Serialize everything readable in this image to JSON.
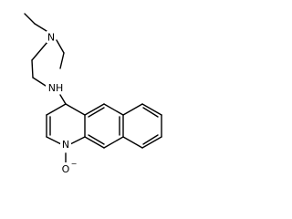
{
  "molecule": {
    "atoms": {
      "amine_n": "N",
      "linker_n": "NH",
      "ring_n": "N",
      "oxide_o": "O",
      "oxide_charge": "−"
    }
  }
}
